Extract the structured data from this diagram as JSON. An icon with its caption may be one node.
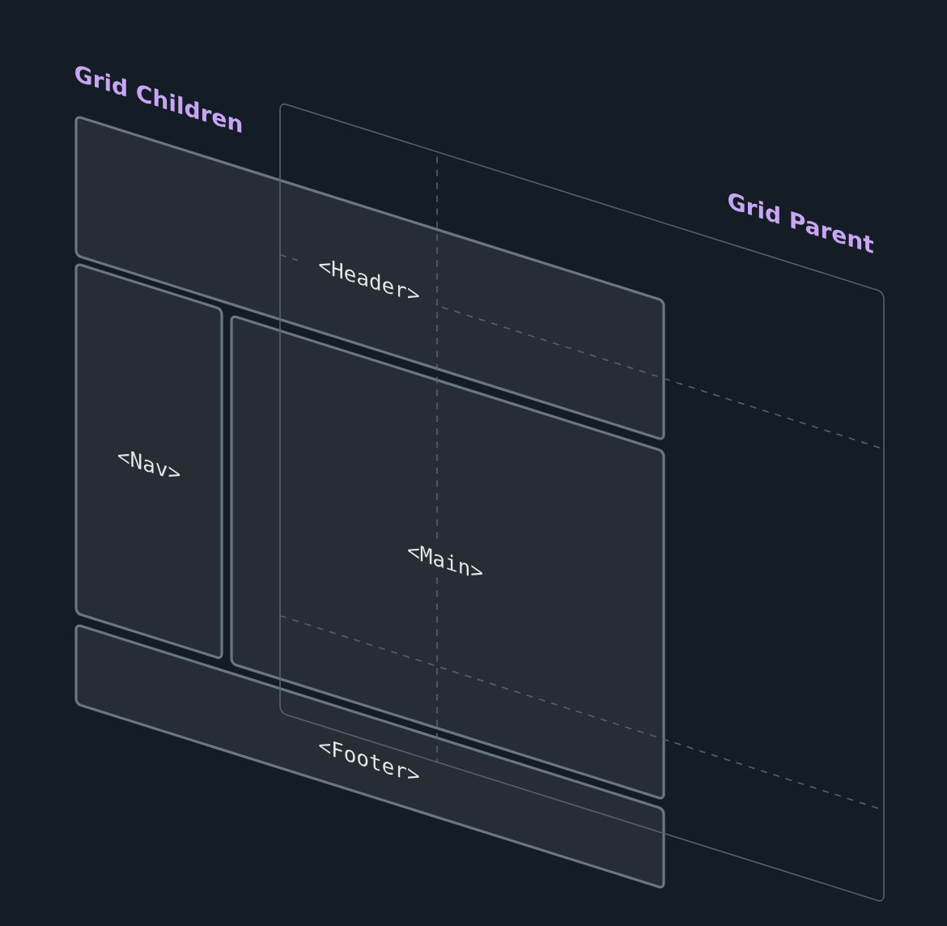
{
  "diagram": {
    "nodes": [
      {
        "text": [
          "Grid Parent"
        ]
      },
      {
        "text": [
          "<Header>"
        ]
      },
      {
        "text": [
          "<Nav>"
        ]
      },
      {
        "text": [
          "<Main>"
        ]
      },
      {
        "text": [
          "<Footer>"
        ]
      }
    ],
    "labels": [
      "Grid Children"
    ]
  }
}
